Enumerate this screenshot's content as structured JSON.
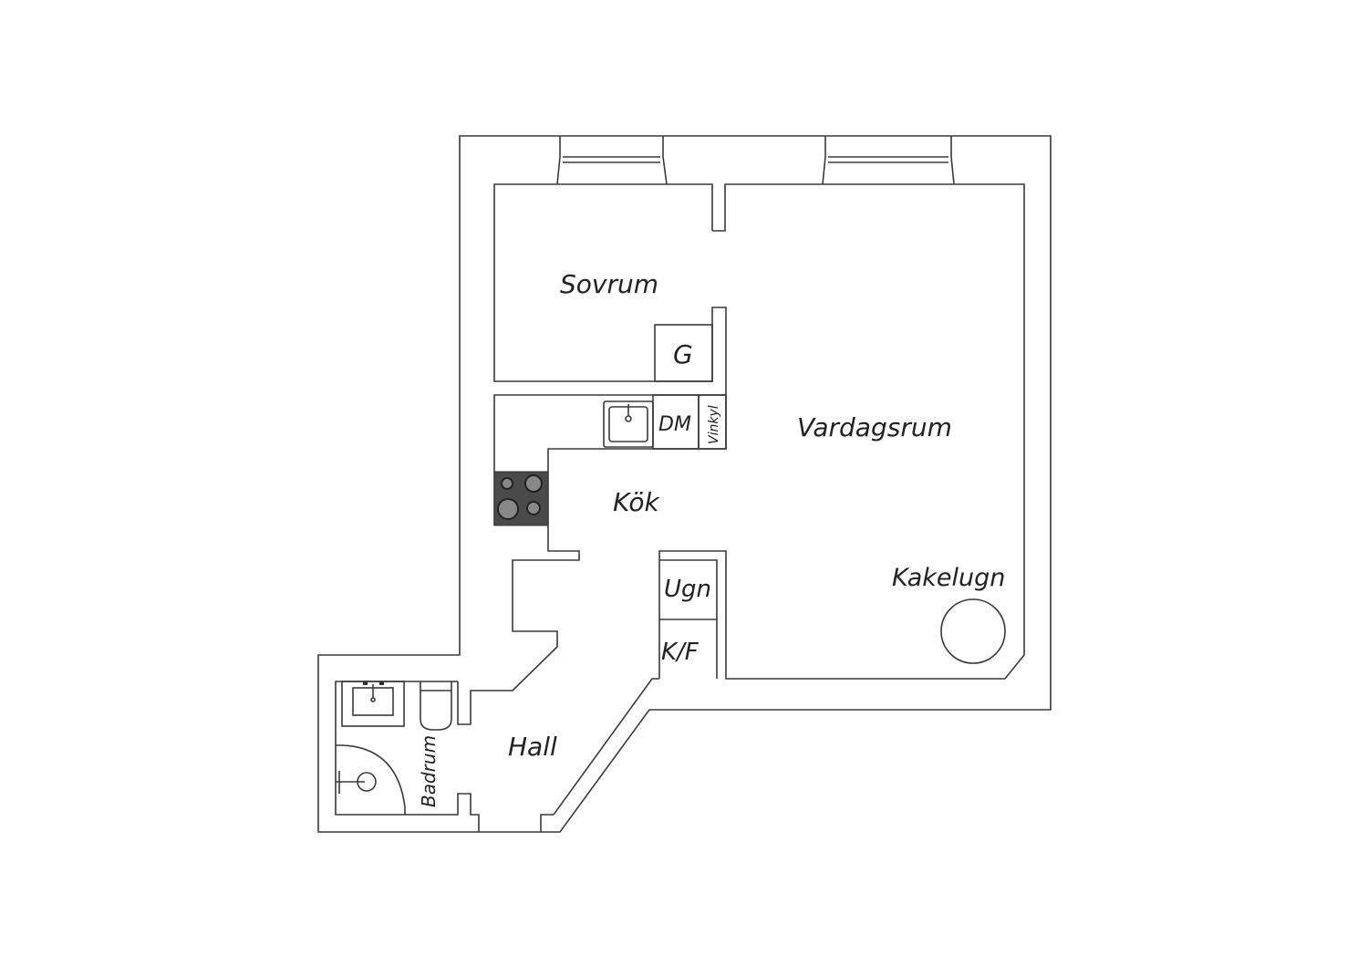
{
  "rooms": {
    "sovrum": "Sovrum",
    "vardagsrum": "Vardagsrum",
    "kok": "Kök",
    "hall": "Hall",
    "badrum": "Badrum"
  },
  "fixtures": {
    "garderob": "G",
    "diskmaskin": "DM",
    "vinkyl": "Vinkyl",
    "ugn": "Ugn",
    "kyl_frys": "K/F",
    "kakelugn": "Kakelugn"
  },
  "colors": {
    "line": "#3a3a3a",
    "stove": "#4a4a4a"
  }
}
